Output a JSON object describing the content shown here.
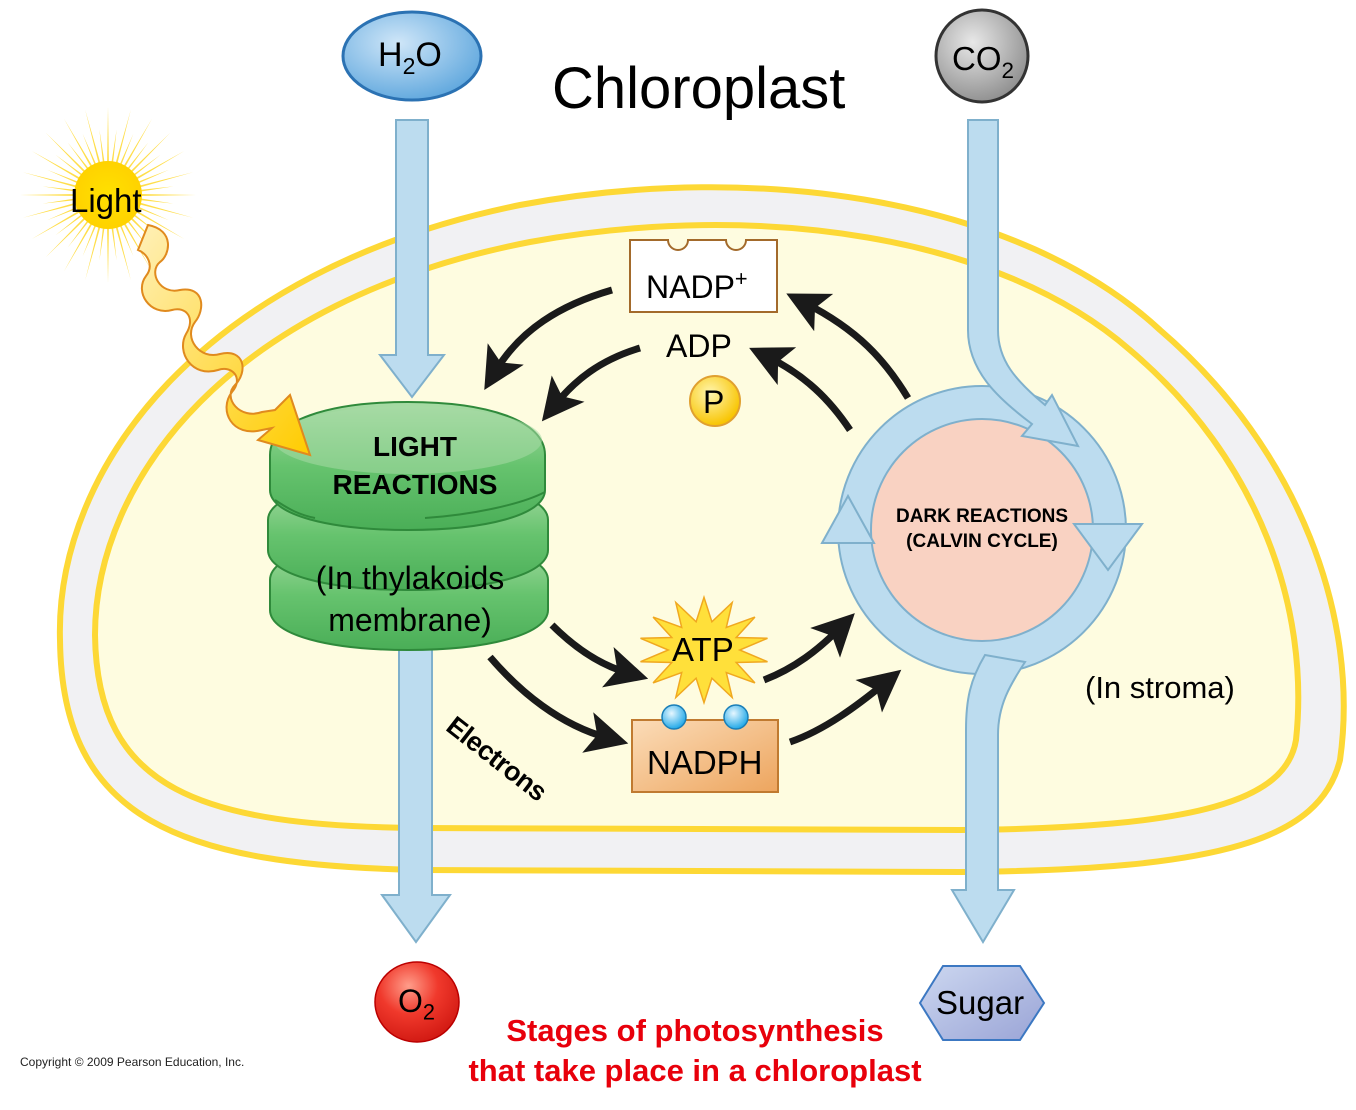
{
  "title": "Chloroplast",
  "inputs": {
    "water": {
      "base": "H",
      "sub": "2",
      "tail": "O"
    },
    "carbon_dioxide": {
      "base": "CO",
      "sub": "2"
    },
    "light": "Light"
  },
  "outputs": {
    "oxygen": {
      "base": "O",
      "sub": "2"
    },
    "sugar": "Sugar"
  },
  "light_reactions": {
    "title_line1": "LIGHT",
    "title_line2": "REACTIONS",
    "location_line1": "(In thylakoids",
    "location_line2": "membrane)"
  },
  "dark_reactions": {
    "title_line1": "DARK REACTIONS",
    "title_line2": "(CALVIN CYCLE)",
    "location": "(In stroma)"
  },
  "carriers": {
    "nadp": {
      "base": "NADP",
      "sup": "+"
    },
    "adp": "ADP",
    "phosphate": "P",
    "atp": "ATP",
    "nadph": "NADPH",
    "electrons": "Electrons"
  },
  "caption": {
    "line1": "Stages of photosynthesis",
    "line2": "that take place in a chloroplast"
  },
  "copyright": "Copyright © 2009 Pearson Education, Inc.",
  "colors": {
    "membrane": "#fdd835",
    "intermembrane": "#f1f1f3",
    "stroma": "#fefce0",
    "flow_arrow": "#bcdcef",
    "flow_arrow_stroke": "#7fb0cc",
    "thylakoid": "#5cbf6a",
    "calvin_core": "#f9d2c2",
    "caption": "#e8000b",
    "oxygen": "#e8231f",
    "water": "#5da6dd",
    "co2": "#9a9a9a",
    "sugar": "#a9b3df",
    "nadph_box": "#f0b575"
  }
}
